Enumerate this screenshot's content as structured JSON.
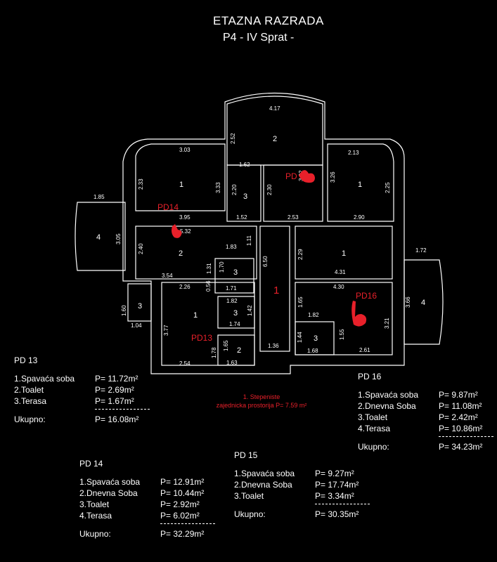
{
  "header": {
    "title": "ETAZNA RAZRADA",
    "subtitle": "P4 - IV Sprat -"
  },
  "plan": {
    "dims": {
      "d417": "4.17",
      "d252": "2.52",
      "d162": "1.62",
      "d303": "3.03",
      "d213": "2.13",
      "d233": "2.33",
      "d333": "3.33",
      "d220": "2.20",
      "d230": "2.30",
      "d326": "3.26",
      "d225": "2.25",
      "d395": "3.95",
      "d152": "1.52",
      "d253": "2.53",
      "d290": "2.90",
      "d185": "1.85",
      "d305": "3.05",
      "d532": "5.32",
      "d240": "2.40",
      "d183": "1.83",
      "d111": "1.11",
      "d650": "6.50",
      "d229": "2.29",
      "d131": "1.31",
      "d170": "1.70",
      "d354": "3.54",
      "d171": "1.71",
      "d431": "4.31",
      "d172": "1.72",
      "d226": "2.26",
      "d056": "0.56",
      "d182": "1.82",
      "d430": "4.30",
      "d142": "1.42",
      "d160": "1.60",
      "d104": "1.04",
      "d377": "3.77",
      "d174": "1.74",
      "d165": "1.65",
      "d182b": "1.82",
      "d366": "3.66",
      "d321": "3.21",
      "d178": "1.78",
      "d155": "1.55",
      "d144": "1.44",
      "d136": "1.36",
      "d168": "1.68",
      "d254": "2.54",
      "d163": "1.63",
      "d261": "2.61",
      "d392": "3.92"
    },
    "rooms": {
      "r2top": "2",
      "r1left": "1",
      "r3a": "3",
      "r1right": "1",
      "r4left": "4",
      "r2mid": "2",
      "r3b": "3",
      "r1stair": "1",
      "r1mid": "1",
      "r3c": "3",
      "r1low": "1",
      "r3d": "3",
      "r2low": "2",
      "r3e": "3",
      "r4right": "4"
    },
    "unit_labels": {
      "pd14": "PD14",
      "pd15": "PD",
      "pd13": "PD13",
      "pd16": "PD16"
    },
    "stair_note": {
      "line1": "1. Stepeniste",
      "line2": "zajednicka prostorija P= 7.59 m²"
    }
  },
  "legends": {
    "pd13": {
      "heading": "PD 13",
      "items": [
        {
          "name": "1.Spavaća soba",
          "area": "P= 11.72m²"
        },
        {
          "name": "2.Toalet",
          "area": "P= 2.69m²"
        },
        {
          "name": "3.Terasa",
          "area": "P= 1.67m²"
        }
      ],
      "total_label": "Ukupno:",
      "total": "P= 16.08m²"
    },
    "pd14": {
      "heading": "PD 14",
      "items": [
        {
          "name": "1.Spavaća soba",
          "area": "P= 12.91m²"
        },
        {
          "name": "2.Dnevna Soba",
          "area": "P= 10.44m²"
        },
        {
          "name": "3.Toalet",
          "area": "P= 2.92m²"
        },
        {
          "name": "4.Terasa",
          "area": "P= 6.02m²"
        }
      ],
      "total_label": "Ukupno:",
      "total": "P= 32.29m²"
    },
    "pd15": {
      "heading": "PD 15",
      "items": [
        {
          "name": "1.Spavaća soba",
          "area": "P= 9.27m²"
        },
        {
          "name": "2.Dnevna Soba",
          "area": "P= 17.74m²"
        },
        {
          "name": "3.Toalet",
          "area": "P= 3.34m²"
        }
      ],
      "total_label": "Ukupno:",
      "total": "P= 30.35m²"
    },
    "pd16": {
      "heading": "PD 16",
      "items": [
        {
          "name": "1.Spavaća soba",
          "area": "P= 9.87m²"
        },
        {
          "name": "2.Dnevna Soba",
          "area": "P= 11.08m²"
        },
        {
          "name": "3.Toalet",
          "area": "P= 2.42m²"
        },
        {
          "name": "4.Terasa",
          "area": "P= 10.86m²"
        }
      ],
      "total_label": "Ukupno:",
      "total": "P= 34.23m²"
    }
  }
}
